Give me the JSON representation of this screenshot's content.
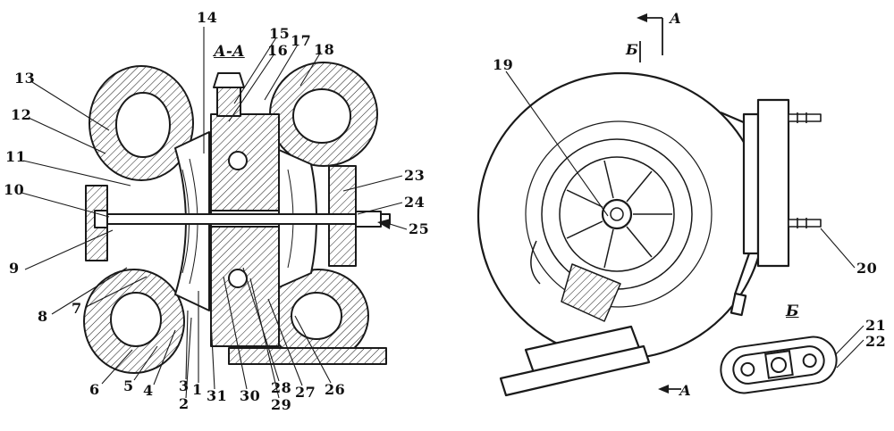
{
  "colors": {
    "line": "#1a1a1a",
    "background": "#ffffff"
  },
  "left_view": {
    "section_label": "А-А",
    "callouts": {
      "1": "1",
      "2": "2",
      "3": "3",
      "4": "4",
      "5": "5",
      "6": "6",
      "7": "7",
      "8": "8",
      "9": "9",
      "10": "10",
      "11": "11",
      "12": "12",
      "13": "13",
      "14": "14",
      "15": "15",
      "16": "16",
      "17": "17",
      "18": "18",
      "23": "23",
      "24": "24",
      "25": "25",
      "26": "26",
      "27": "27",
      "28": "28",
      "29": "29",
      "30": "30",
      "31": "31"
    }
  },
  "right_view": {
    "callouts": {
      "19": "19",
      "20": "20",
      "21": "21",
      "22": "22"
    },
    "section_markers": {
      "top_direction": "А",
      "top_section": "Б",
      "bottom_direction": "А"
    },
    "detail_label": "Б"
  }
}
